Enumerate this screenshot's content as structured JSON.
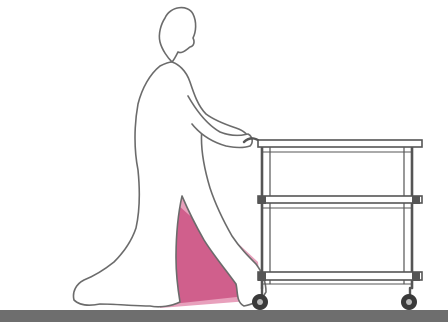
{
  "illustration": {
    "subject": "person-pushing-shelf-cart",
    "colors": {
      "background": "#ffffff",
      "outline": "#6b6b6b",
      "cart_line": "#555555",
      "floor": "#6e6e6e",
      "highlight_light": "#e48fb0",
      "highlight_dark": "#c84a7c",
      "wheel": "#3a3a3a"
    },
    "cart": {
      "shelf_count": 3,
      "wheel_count": 2
    }
  }
}
